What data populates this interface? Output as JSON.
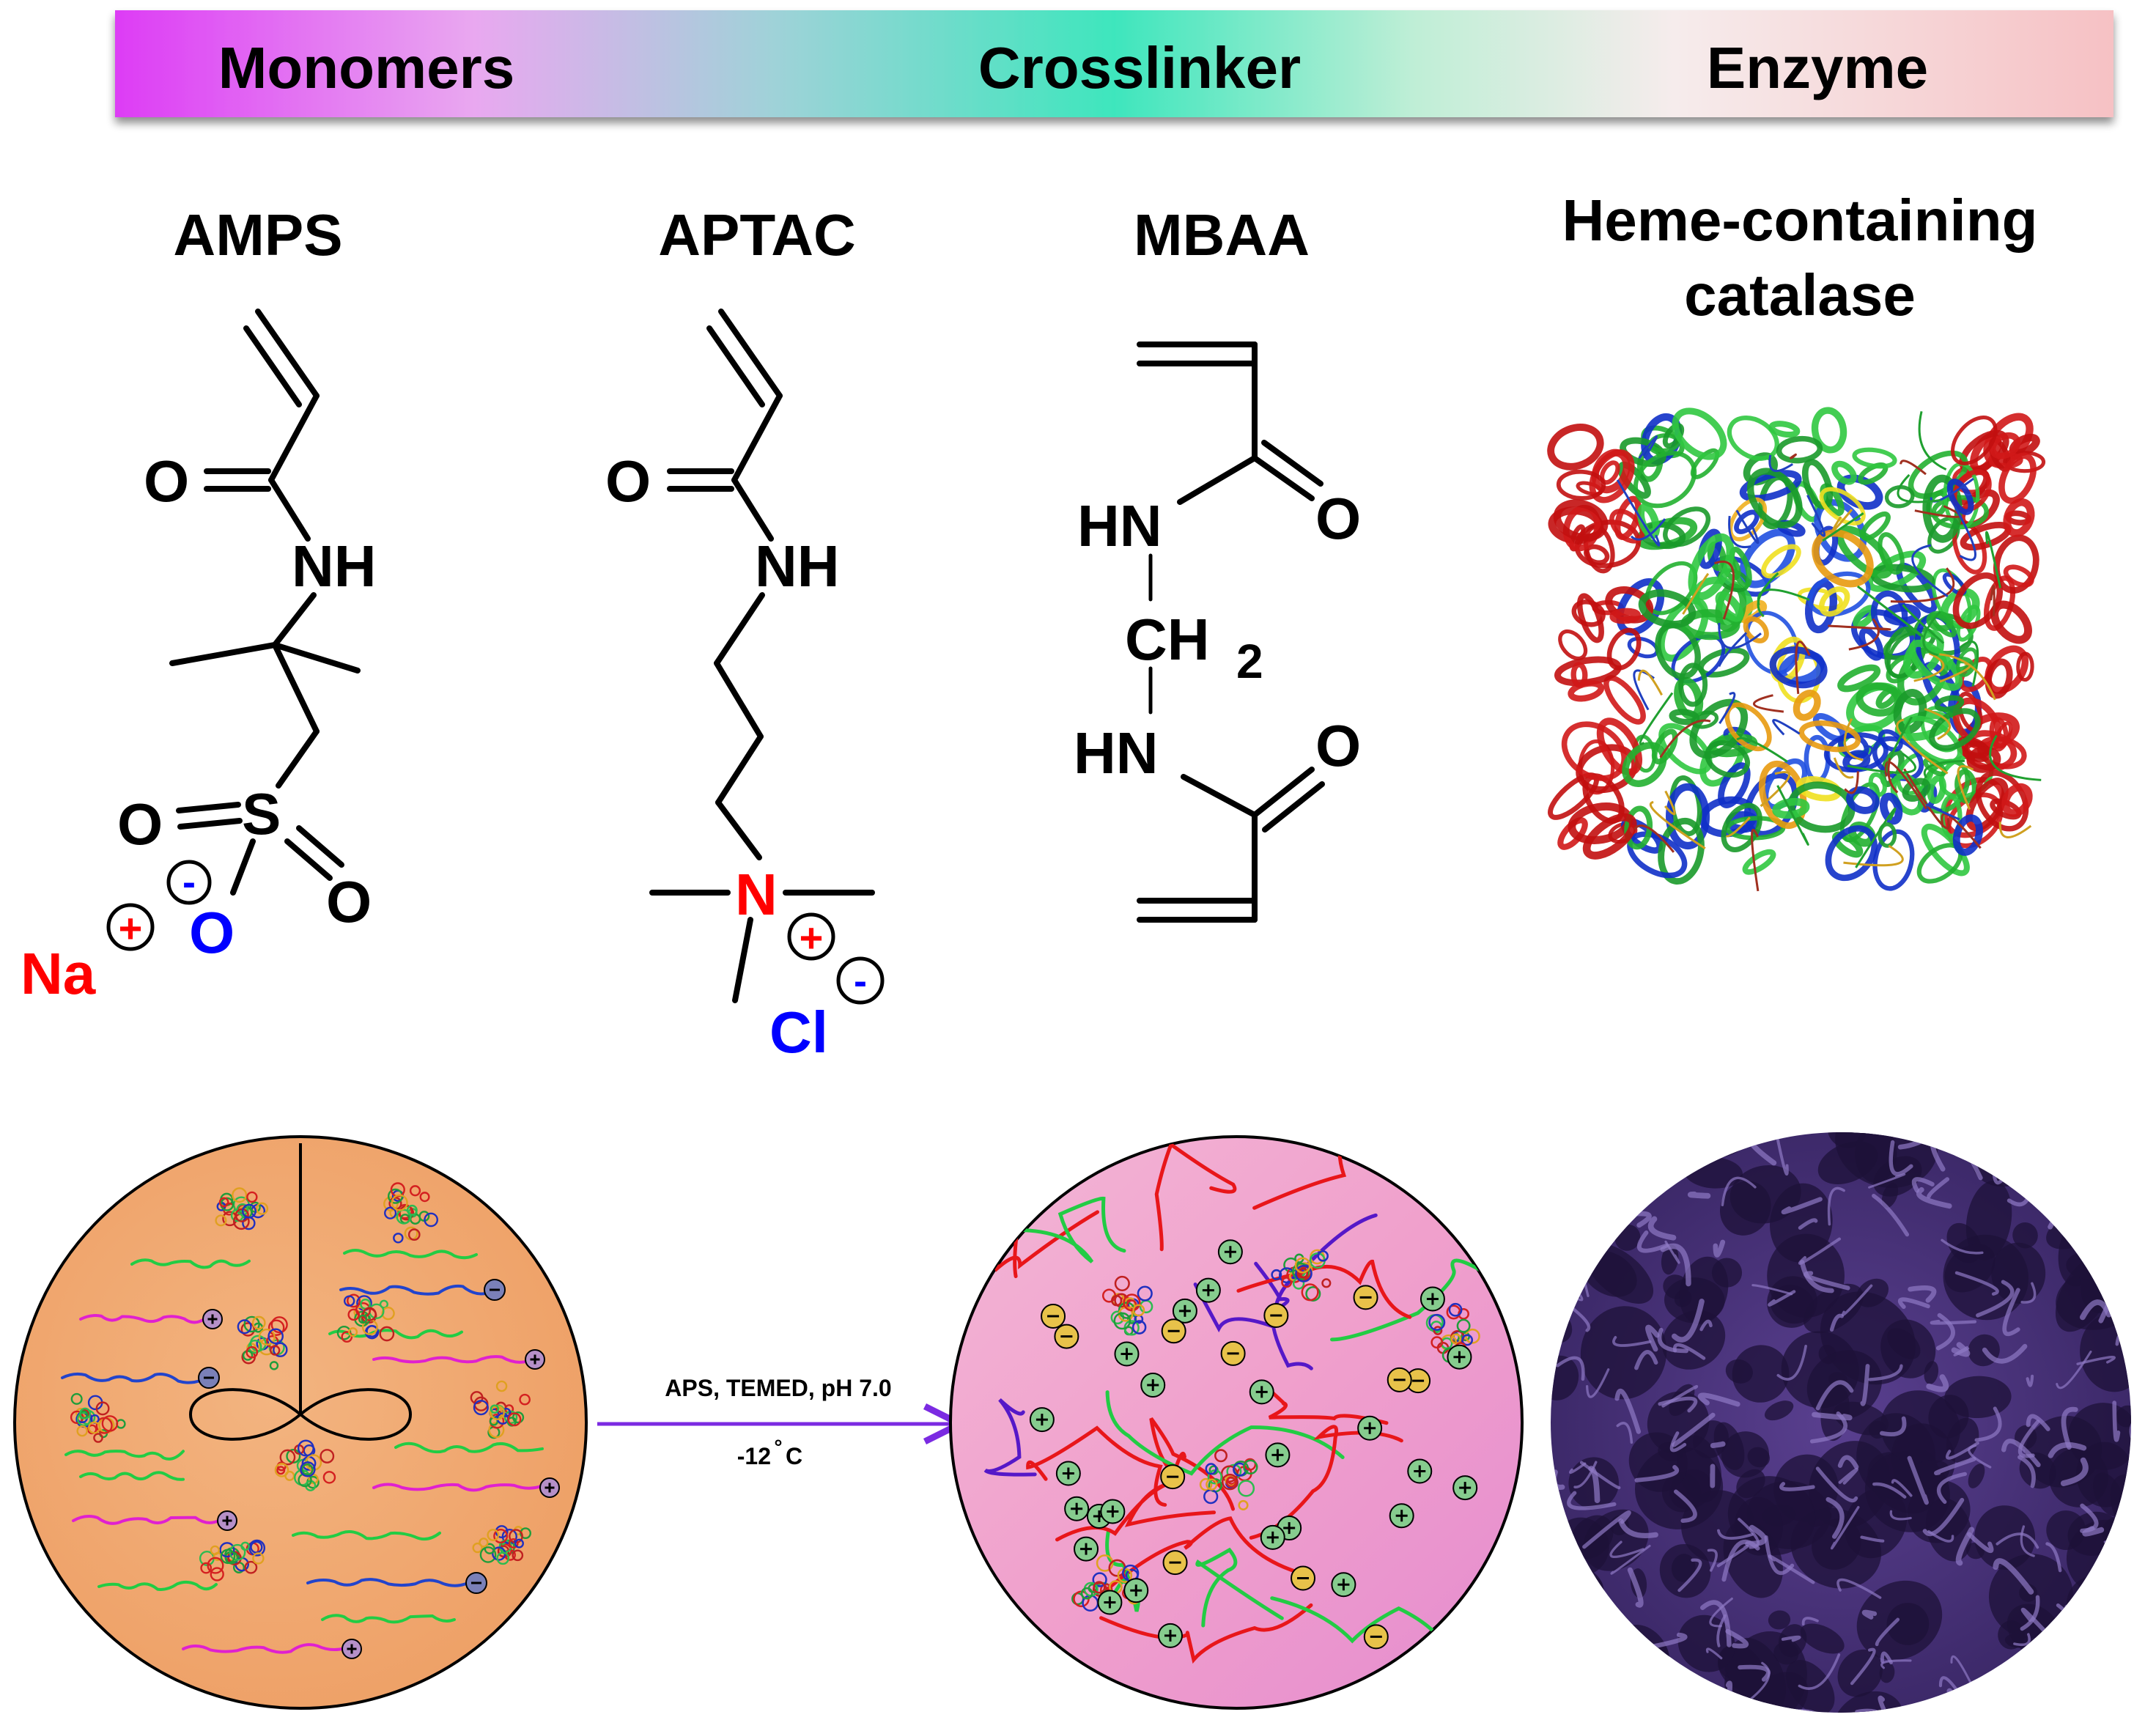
{
  "header": {
    "monomers": "Monomers",
    "crosslinker": "Crosslinker",
    "enzyme": "Enzyme"
  },
  "compounds": {
    "amps": "AMPS",
    "aptac": "APTAC",
    "mbaa": "MBAA",
    "enzyme_line1": "Heme-containing",
    "enzyme_line2": "catalase"
  },
  "atoms": {
    "o": "O",
    "nh": "NH",
    "hn": "HN",
    "s": "S",
    "n": "N",
    "na": "Na",
    "cl": "Cl",
    "ch": "CH",
    "sub2": "2",
    "plus": "+",
    "minus": "-"
  },
  "reaction": {
    "conditions": "APS, TEMED, pH 7.0",
    "temperature": "-12",
    "degree": "°",
    "unit": "C"
  },
  "colors": {
    "cation": "#ff0000",
    "anion": "#0000ff",
    "arrow": "#7b2be2",
    "chain_green": "#22cc44",
    "chain_magenta": "#e020d0",
    "chain_blue": "#2244cc",
    "chain_red": "#e8161a",
    "chain_purple": "#5518c8"
  }
}
